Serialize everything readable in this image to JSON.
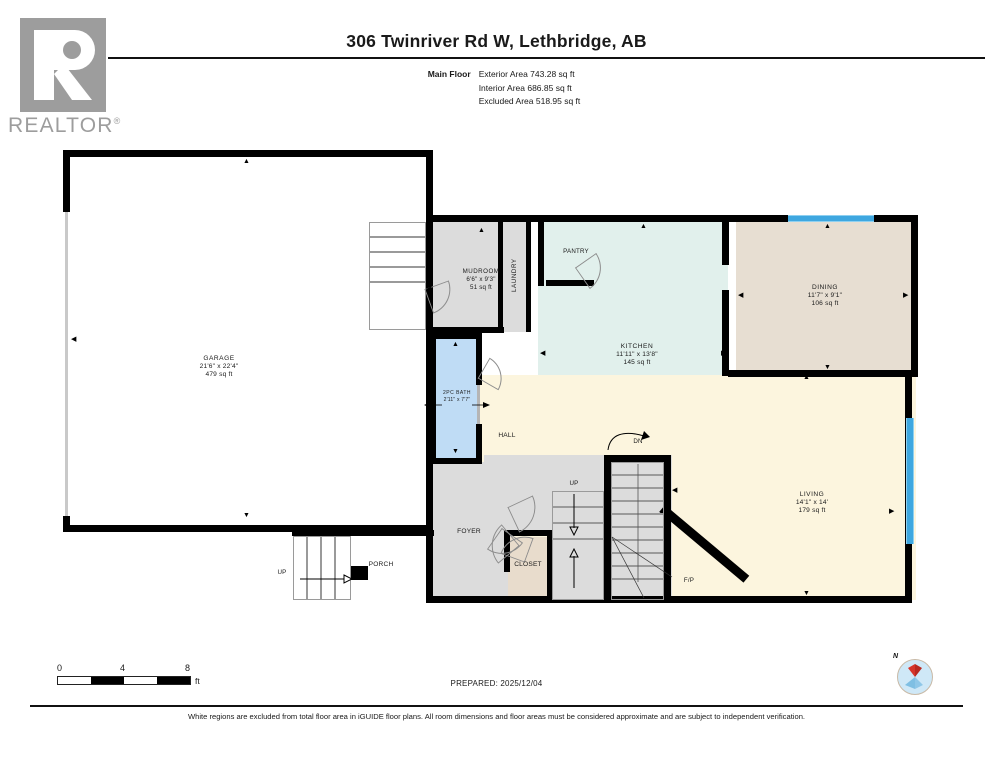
{
  "logo": {
    "mark": "R",
    "wordmark": "REALTOR",
    "registered": "®"
  },
  "header": {
    "title": "306 Twinriver Rd W, Lethbridge, AB",
    "floor_label": "Main Floor",
    "areas": [
      "Exterior Area 743.28 sq ft",
      "Interior Area 686.85 sq ft",
      "Excluded Area 518.95 sq ft"
    ]
  },
  "rooms": {
    "garage": {
      "name": "GARAGE",
      "dims": "21'6\" x 22'4\"",
      "area": "479 sq ft",
      "color": "#ffffff"
    },
    "mudroom": {
      "name": "MUDROOM",
      "dims": "6'6\" x 9'3\"",
      "area": "51 sq ft",
      "color": "#dcdcdc"
    },
    "laundry": {
      "name": "LAUNDRY",
      "dims": "",
      "area": "",
      "color": "#dcdcdc"
    },
    "pantry": {
      "name": "PANTRY",
      "dims": "",
      "area": "",
      "color": "#e8dccc"
    },
    "kitchen": {
      "name": "KITCHEN",
      "dims": "11'11\" x 13'8\"",
      "area": "145 sq ft",
      "color": "#e1f0ec"
    },
    "dining": {
      "name": "DINING",
      "dims": "11'7\" x 9'1\"",
      "area": "106 sq ft",
      "color": "#e7ded2"
    },
    "living": {
      "name": "LIVING",
      "dims": "14'1\" x 14'",
      "area": "179 sq ft",
      "color": "#fcf5de"
    },
    "bath": {
      "name": "2PC BATH",
      "dims": "2'11\" x 7'7\"",
      "area": "",
      "color": "#bfdcf5"
    },
    "hall": {
      "name": "HALL",
      "dims": "",
      "area": "",
      "color": "#fcf5de"
    },
    "foyer": {
      "name": "FOYER",
      "dims": "",
      "area": "",
      "color": "#dcdcdc"
    },
    "closet": {
      "name": "CLOSET",
      "dims": "",
      "area": "",
      "color": "#e8dccc"
    },
    "porch": {
      "name": "PORCH",
      "dims": "",
      "area": "",
      "color": "#ffffff"
    }
  },
  "markers": {
    "up_porch": "UP",
    "up_stair": "UP",
    "dn_stair": "DN",
    "fireplace": "F/P"
  },
  "scale": {
    "ticks": [
      "0",
      "4",
      "8"
    ],
    "unit": "ft"
  },
  "footer": {
    "prepared": "PREPARED: 2025/12/04",
    "disclaimer": "White regions are excluded from total floor area in iGUIDE floor plans. All room dimensions and floor areas must be considered approximate and are subject to independent verification."
  },
  "compass": {
    "north_label": "N"
  },
  "colors": {
    "wall": "#000000",
    "window": "#3ea7e0",
    "kitchen": "#e1f0ec",
    "dining": "#e7ded2",
    "living": "#fcf5de",
    "bath": "#bfdcf5",
    "gray_room": "#dcdcdc",
    "tan_room": "#e8dccc",
    "logo_gray": "#9d9d9d"
  }
}
